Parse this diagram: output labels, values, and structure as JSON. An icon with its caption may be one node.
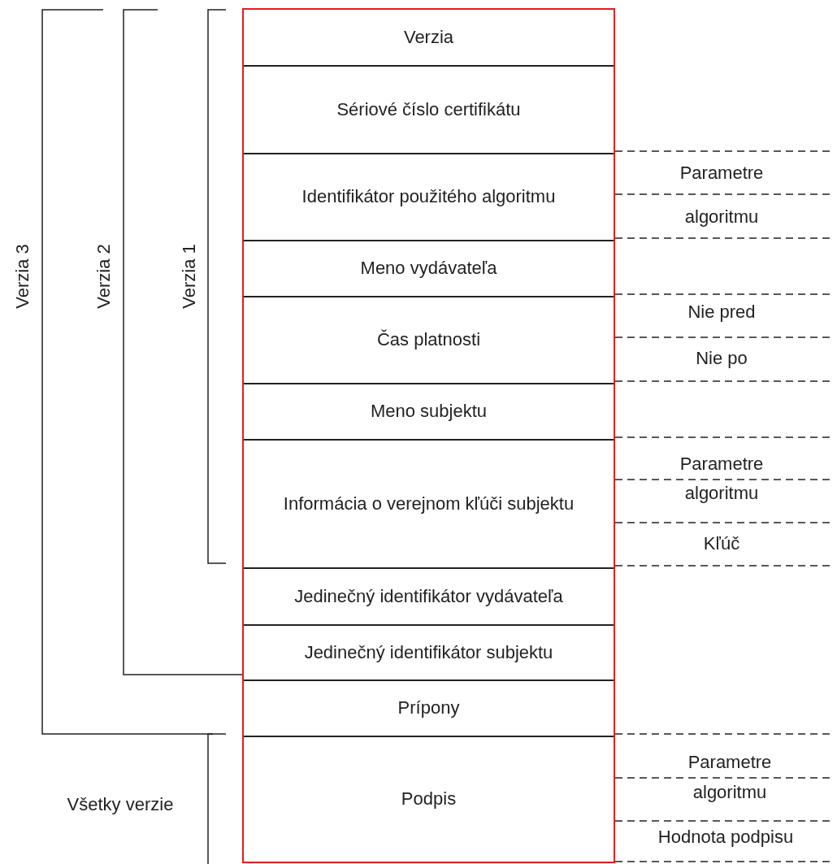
{
  "diagram": {
    "nodes": [
      {
        "text": [
          "Verzia"
        ]
      },
      {
        "text": [
          "Sériové číslo certifikátu"
        ]
      },
      {
        "text": [
          "Identifikátor použitého algoritmu"
        ]
      },
      {
        "text": [
          "Meno vydávateľa"
        ]
      },
      {
        "text": [
          "Čas platnosti"
        ]
      },
      {
        "text": [
          "Meno subjektu"
        ]
      },
      {
        "text": [
          "Informácia o verejnom kľúči subjektu"
        ]
      },
      {
        "text": [
          "Jedinečný identifikátor vydávateľa"
        ]
      },
      {
        "text": [
          "Jedinečný identifikátor subjektu"
        ]
      },
      {
        "text": [
          "Prípony"
        ]
      },
      {
        "text": [
          "Podpis"
        ]
      }
    ],
    "edges": [],
    "labels": [
      "Verzia 3",
      "Verzia 2",
      "Verzia 1",
      "Parametre",
      "algoritmu",
      "Nie pred",
      "Nie po",
      "Parametre",
      "algoritmu",
      "Kľúč",
      "Všetky verzie",
      "Parametre",
      "algoritmu",
      "Hodnota podpisu"
    ]
  }
}
